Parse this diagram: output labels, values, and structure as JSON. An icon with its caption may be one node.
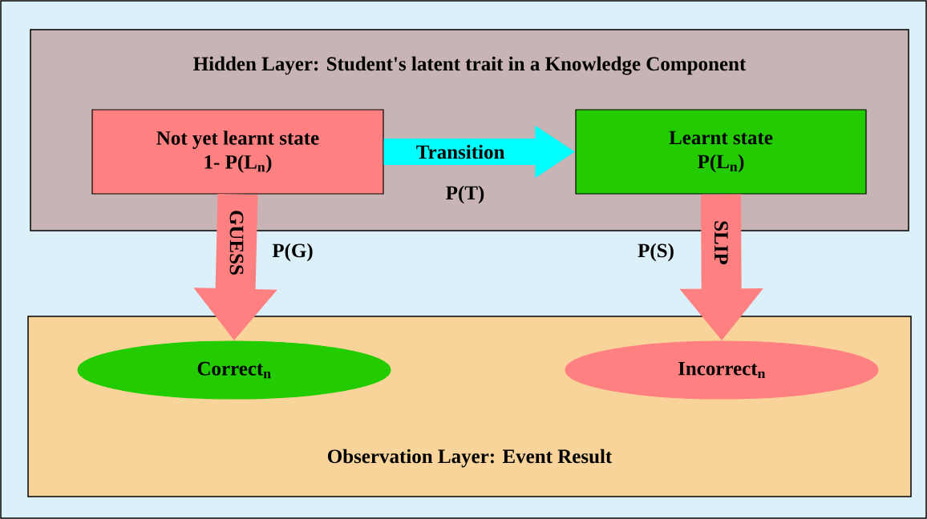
{
  "diagram": {
    "nodes": [
      {
        "text": [
          "Hidden Layer: Student's latent trait in a Knowledge Component"
        ]
      },
      {
        "text": [
          "Not yet learnt state",
          "1- P(L$_{n}$)"
        ],
        "in": 0
      },
      {
        "text": [
          "Learnt state",
          "P(L$_{n}$)"
        ],
        "in": 0
      },
      {
        "text": [
          "Observation Layer: Event Result"
        ]
      },
      {
        "text": [
          "Correct$_{n}$"
        ],
        "in": 3
      },
      {
        "text": [
          "Incorrect$_{n}$"
        ],
        "in": 3
      }
    ],
    "edges": [
      {
        "from": 1,
        "to": 2,
        "arrow": "to",
        "label": "Transition",
        "color": "#00ffff"
      },
      {
        "from": 1,
        "to": 4,
        "arrow": "to",
        "label": "GUESS"
      },
      {
        "from": 2,
        "to": 5,
        "arrow": "to",
        "label": "SLIP"
      }
    ],
    "labels": [
      "P(T)",
      "P(G)",
      "P(S)"
    ]
  }
}
